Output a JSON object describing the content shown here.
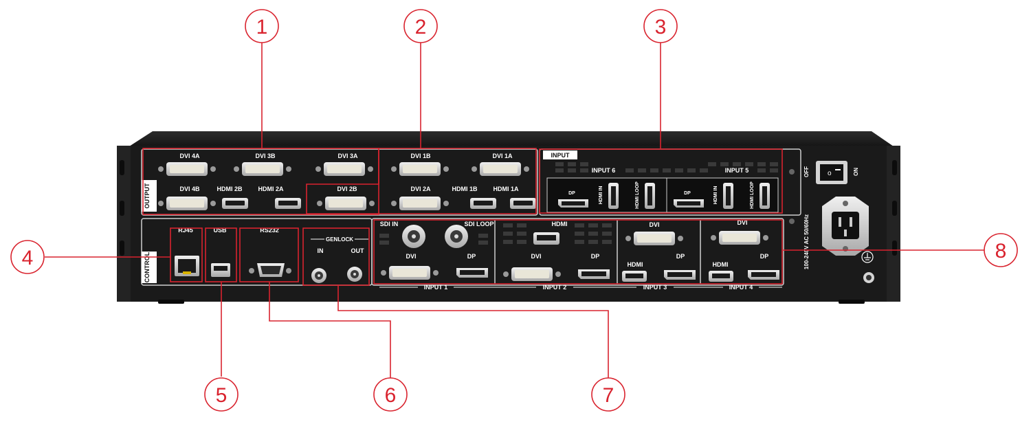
{
  "colors": {
    "callout": "#d9232e",
    "chassis": "#1a1a1a",
    "panel": "#111111",
    "port": "#d8d8d8"
  },
  "callouts": [
    "1",
    "2",
    "3",
    "4",
    "5",
    "6",
    "7",
    "8"
  ],
  "output": {
    "side_label": "OUTPUT",
    "dvi_4a": "DVI 4A",
    "dvi_3b": "DVI 3B",
    "dvi_3a": "DVI 3A",
    "dvi_1b": "DVI 1B",
    "dvi_1a": "DVI 1A",
    "dvi_4b": "DVI 4B",
    "hdmi_2b": "HDMI 2B",
    "hdmi_2a": "HDMI 2A",
    "dvi_2b": "DVI 2B",
    "dvi_2a": "DVI 2A",
    "hdmi_1b": "HDMI 1B",
    "hdmi_1a": "HDMI 1A"
  },
  "input_top": {
    "tab": "INPUT",
    "input6": "INPUT 6",
    "input5": "INPUT 5",
    "dp": "DP",
    "hdmi_in": "HDMI IN",
    "hdmi_loop": "HDMI LOOP"
  },
  "control": {
    "side_label": "CONTROL",
    "rj45": "RJ45",
    "usb": "USB",
    "rs232": "RS232",
    "genlock": "GENLOCK",
    "in": "IN",
    "out": "OUT"
  },
  "input_bottom": {
    "sdi_in": "SDI IN",
    "sdi_loop": "SDI LOOP",
    "dvi": "DVI",
    "dp": "DP",
    "hdmi": "HDMI",
    "input1": "INPUT 1",
    "input2": "INPUT 2",
    "input3": "INPUT 3",
    "input4": "INPUT 4"
  },
  "power": {
    "off": "OFF",
    "on": "ON",
    "rating": "100-240V AC 50/60Hz"
  }
}
